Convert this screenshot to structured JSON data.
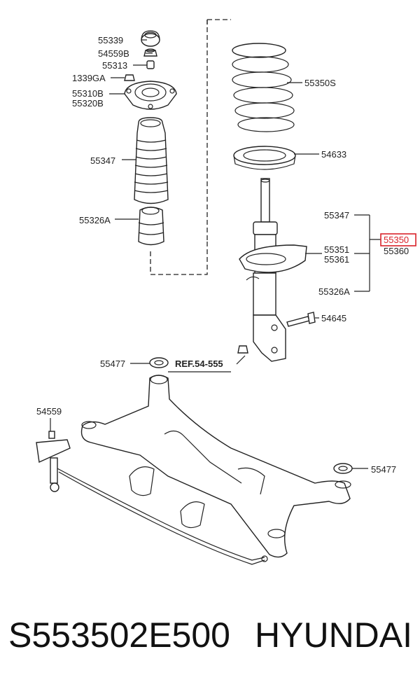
{
  "labels": {
    "55339": "55339",
    "54559B": "54559B",
    "55313": "55313",
    "1339GA": "1339GA",
    "55310B": "55310B",
    "55320B": "55320B",
    "55347_left": "55347",
    "55326A_left": "55326A",
    "55350S": "55350S",
    "54633": "54633",
    "55347_right": "55347",
    "55350": "55350",
    "55360": "55360",
    "55351": "55351",
    "55361": "55361",
    "55326A_right": "55326A",
    "54645": "54645",
    "55477_left": "55477",
    "ref": "REF.54-555",
    "54559": "54559",
    "55477_right": "55477"
  },
  "highlight_color": "#d9222a",
  "footer": {
    "part_number": "S553502E500",
    "brand": "HYUNDAI"
  }
}
